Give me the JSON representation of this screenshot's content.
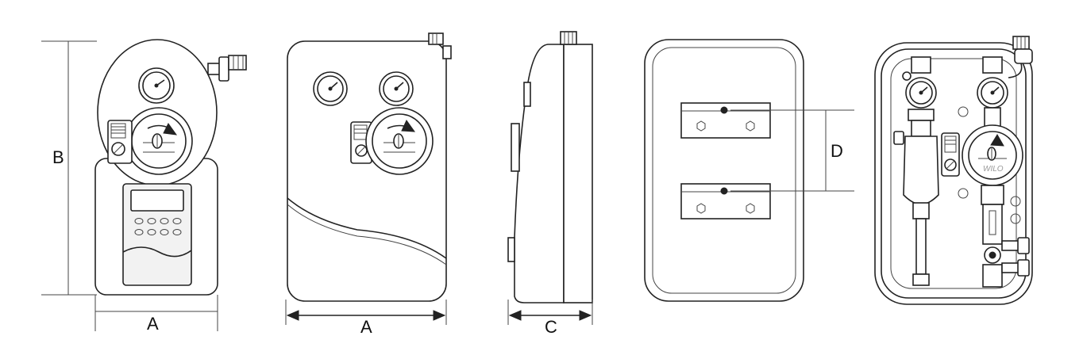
{
  "dimensions": {
    "a_front": "A",
    "b_height": "B",
    "a_cover": "A",
    "c_depth": "C",
    "d_bracket": "D"
  },
  "pump_brand": "WILO",
  "colors": {
    "line": "#222222",
    "panel": "#f2f2f2",
    "background": "#ffffff"
  }
}
